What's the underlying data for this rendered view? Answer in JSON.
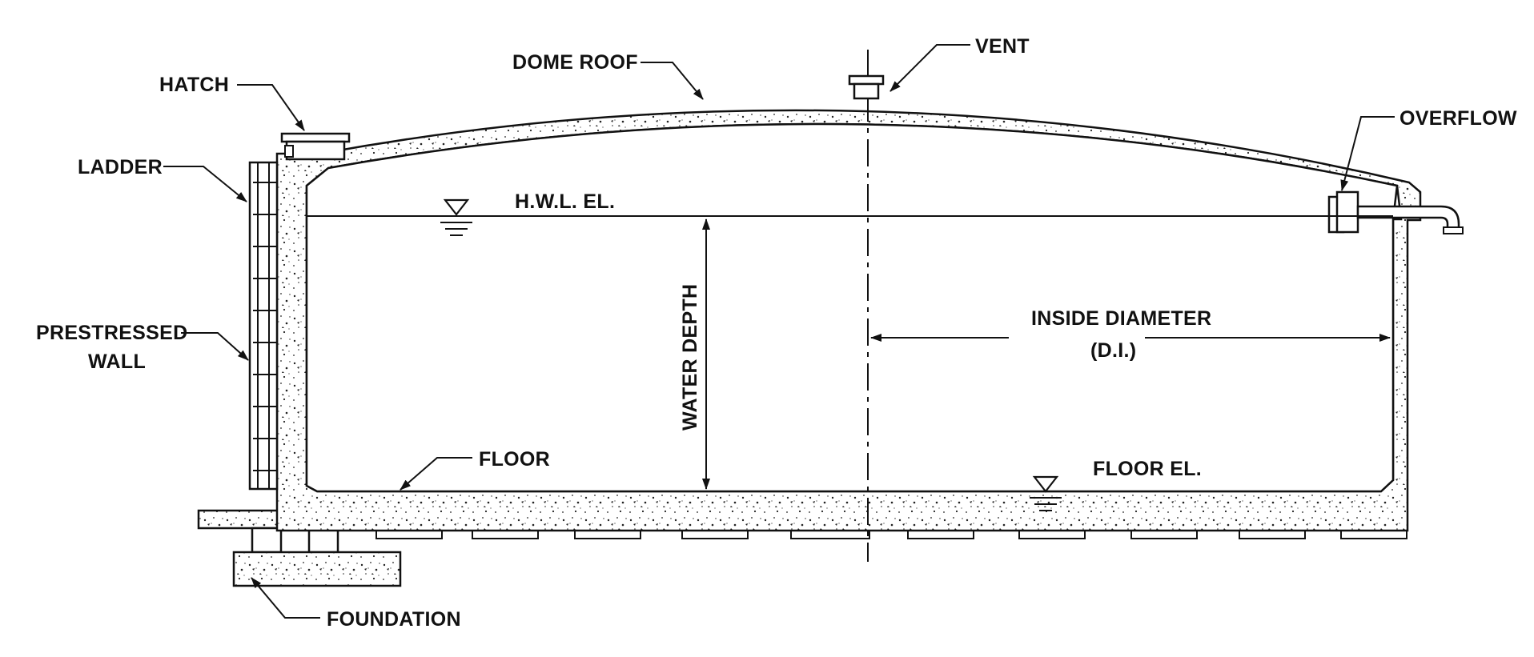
{
  "labels": {
    "hatch": "HATCH",
    "dome_roof": "DOME ROOF",
    "vent": "VENT",
    "overflow": "OVERFLOW",
    "ladder": "LADDER",
    "prestressed_wall_line1": "PRESTRESSED",
    "prestressed_wall_line2": "WALL",
    "hwl": "H.W.L. EL.",
    "water_depth": "WATER  DEPTH",
    "inside_diameter_line1": "INSIDE DIAMETER",
    "inside_diameter_line2": "(D.I.)",
    "floor": "FLOOR",
    "floor_el": "FLOOR EL.",
    "foundation": "FOUNDATION"
  },
  "colors": {
    "ink": "#111111",
    "background": "#ffffff"
  }
}
